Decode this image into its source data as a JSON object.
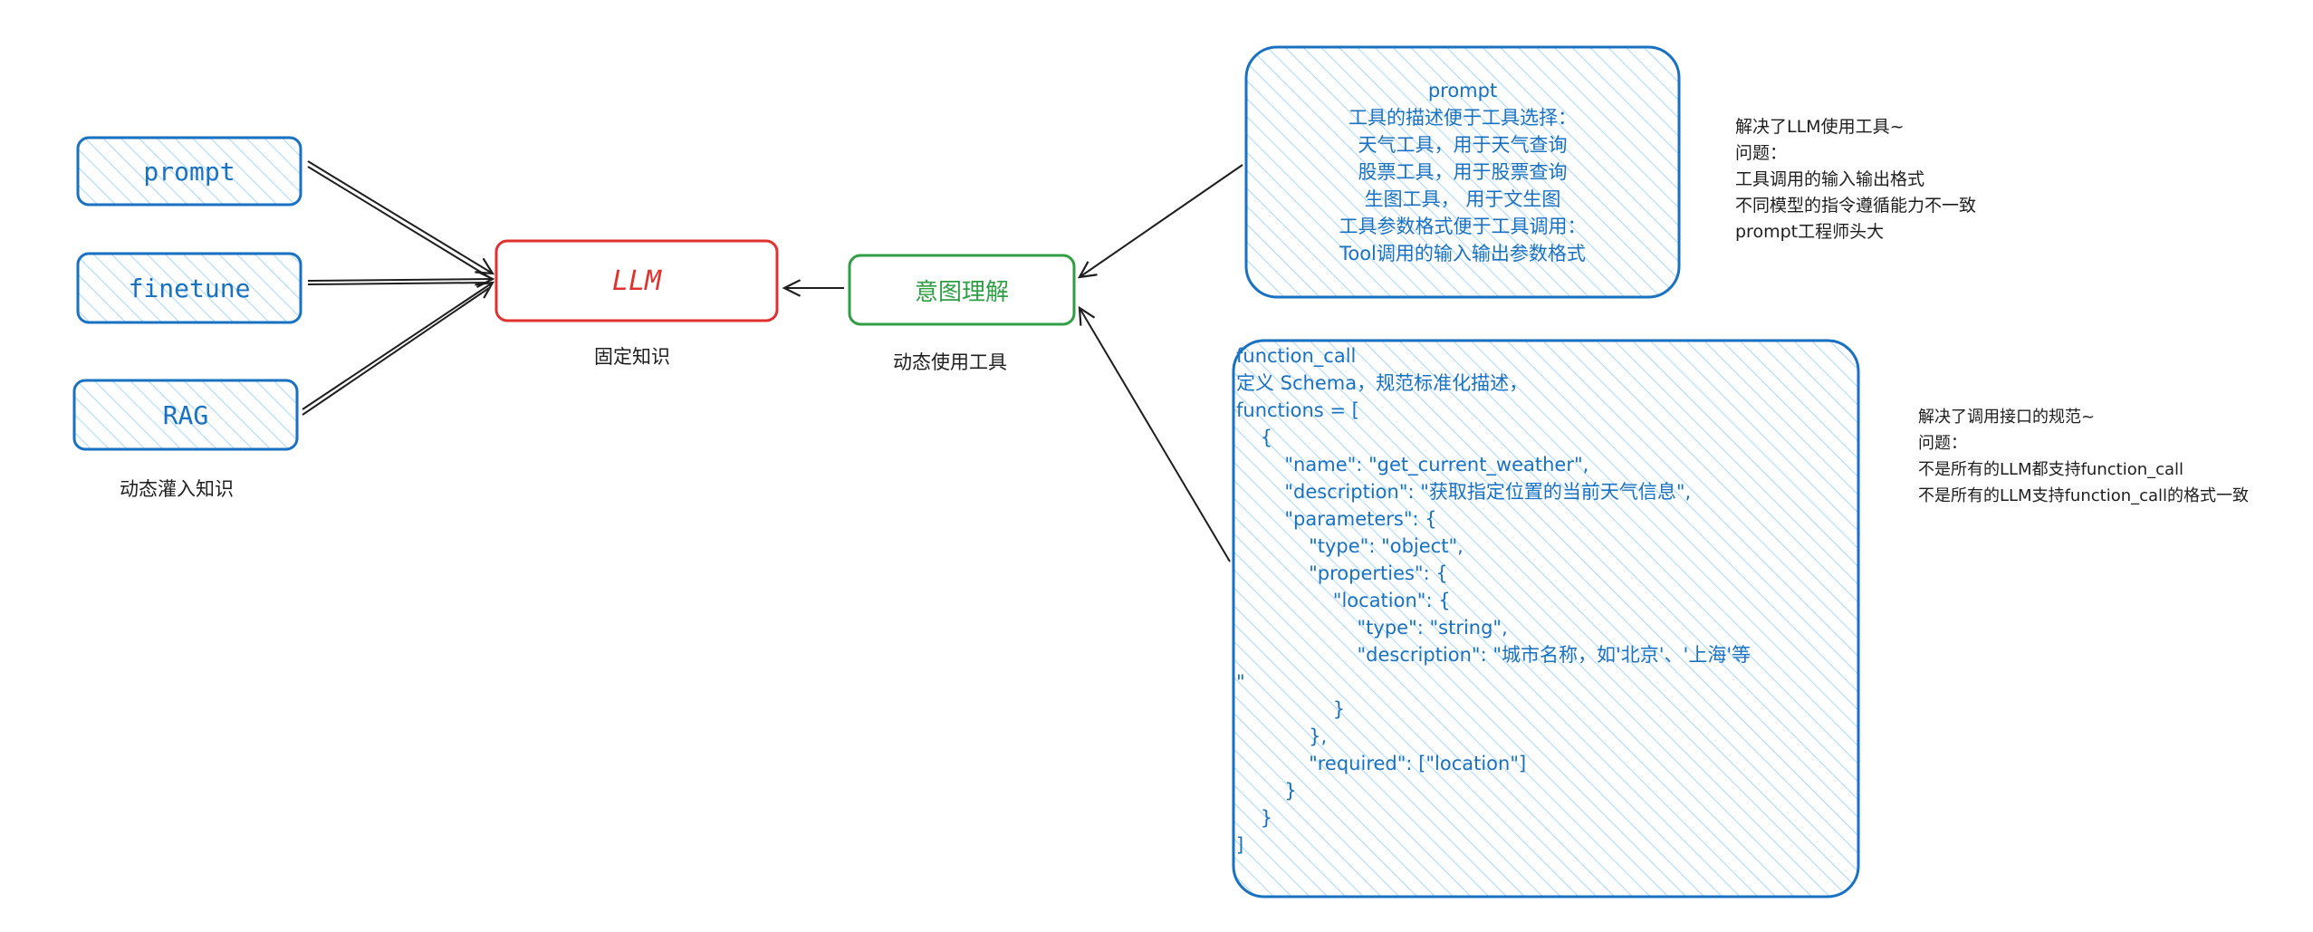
{
  "nodes": {
    "prompt": "prompt",
    "finetune": "finetune",
    "rag": "RAG",
    "llm": "LLM",
    "intent": "意图理解"
  },
  "captions": {
    "dynamic_knowledge": "动态灌入知识",
    "fixed_knowledge": "固定知识",
    "dynamic_tools": "动态使用工具"
  },
  "prompt_box": {
    "lines": [
      "prompt",
      "工具的描述便于工具选择：",
      "天气工具，用于天气查询",
      "股票工具，用于股票查询",
      "生图工具， 用于文生图",
      "工具参数格式便于工具调用：",
      "Tool调用的输入输出参数格式"
    ]
  },
  "function_call_box": {
    "lines": [
      "function_call",
      "定义 Schema，规范标准化描述，",
      "functions = [",
      "    {",
      "        \"name\": \"get_current_weather\",",
      "        \"description\": \"获取指定位置的当前天气信息\",",
      "        \"parameters\": {",
      "            \"type\": \"object\",",
      "            \"properties\": {",
      "                \"location\": {",
      "                    \"type\": \"string\",",
      "                    \"description\": \"城市名称，如'北京'、'上海'等",
      "\"",
      "                }",
      "            },",
      "            \"required\": [\"location\"]",
      "        }",
      "    }",
      "]"
    ]
  },
  "notes": {
    "prompt_note": [
      "解决了LLM使用工具~",
      "问题：",
      "工具调用的输入输出格式",
      "不同模型的指令遵循能力不一致",
      "prompt工程师头大"
    ],
    "function_note": [
      "解决了调用接口的规范~",
      "问题：",
      "不是所有的LLM都支持function_call",
      "不是所有的LLM支持function_call的格式一致"
    ]
  },
  "colors": {
    "blue_stroke": "#1971c2",
    "blue_fill": "#a5d8ff",
    "red_stroke": "#e03131",
    "green_stroke": "#2f9e44",
    "ink": "#1e1e1e"
  }
}
